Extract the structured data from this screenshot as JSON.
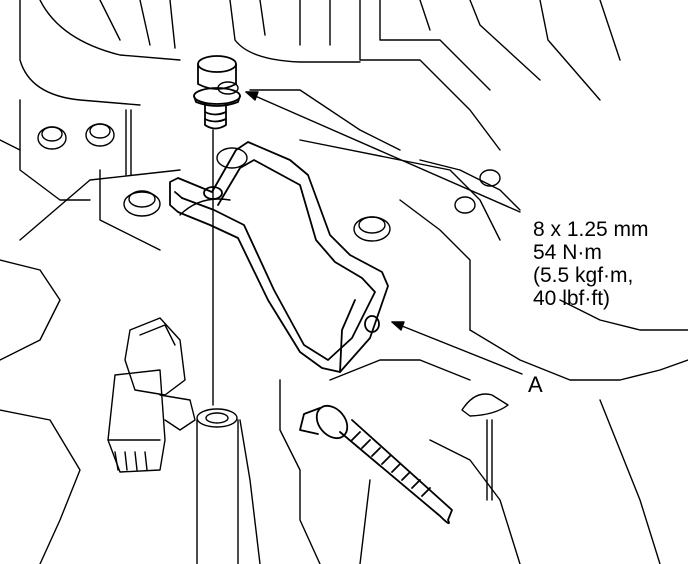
{
  "callouts": {
    "torque_spec": {
      "line1": "8 x 1.25 mm",
      "line2": "54 N·m",
      "line3": "(5.5 kgf·m,",
      "line4": "40 lbf·ft)"
    },
    "part_a": "A"
  },
  "colors": {
    "ink": "#000000",
    "paper": "#ffffff"
  }
}
